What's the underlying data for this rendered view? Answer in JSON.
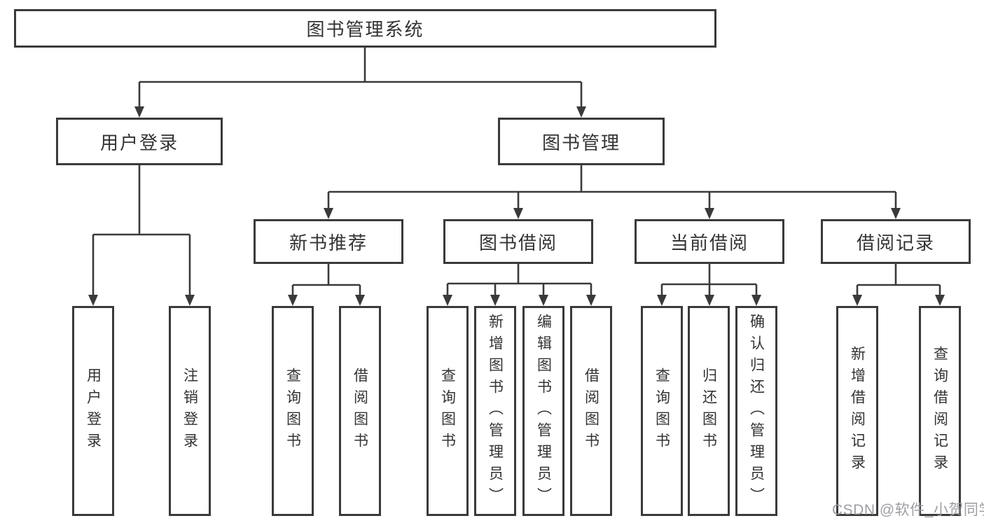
{
  "tree": {
    "label": "图书管理系统",
    "children": [
      {
        "label": "用户登录",
        "children": [
          {
            "label": "用户登录"
          },
          {
            "label": "注销登录"
          }
        ]
      },
      {
        "label": "图书管理",
        "children": [
          {
            "label": "新书推荐",
            "children": [
              {
                "label": "查询图书"
              },
              {
                "label": "借阅图书"
              }
            ]
          },
          {
            "label": "图书借阅",
            "children": [
              {
                "label": "查询图书"
              },
              {
                "label": "新增图书（管理员）"
              },
              {
                "label": "编辑图书（管理员）"
              },
              {
                "label": "借阅图书"
              }
            ]
          },
          {
            "label": "当前借阅",
            "children": [
              {
                "label": "查询图书"
              },
              {
                "label": "归还图书"
              },
              {
                "label": "确认归还（管理员）"
              }
            ]
          },
          {
            "label": "借阅记录",
            "children": [
              {
                "label": "新增借阅记录"
              },
              {
                "label": "查询借阅记录"
              }
            ]
          }
        ]
      }
    ]
  },
  "watermark": "CSDN @软件_小贺同学",
  "colors": {
    "line": "#3a3a3a",
    "text": "#333333",
    "background": "#ffffff",
    "watermark": "#9899a0"
  }
}
